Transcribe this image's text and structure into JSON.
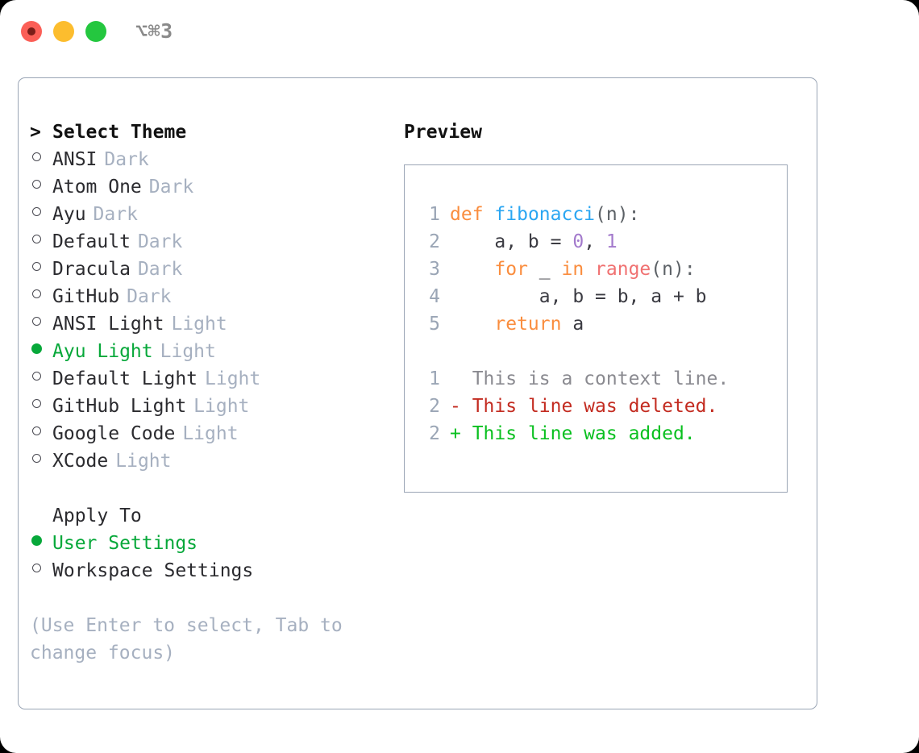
{
  "window": {
    "title": "⌥⌘3",
    "traffic_lights": [
      "close",
      "minimize",
      "maximize"
    ]
  },
  "colors": {
    "accent_green": "#07a83a",
    "muted": "#a6b0c0",
    "border": "#9aa5b5",
    "text": "#2b2b2f",
    "keyword_orange": "#fa8d3e",
    "function_blue": "#2aa6f2",
    "number_purple": "#a37acc",
    "builtin_red": "#f07171",
    "diff_deleted": "#c32b20",
    "diff_added": "#0ac020",
    "diff_context": "#8a8a90"
  },
  "left": {
    "heading_marker": "> ",
    "heading": "Select Theme",
    "themes": [
      {
        "marker": "hollow",
        "label": "ANSI",
        "tag": "Dark",
        "selected": false
      },
      {
        "marker": "hollow",
        "label": "Atom One",
        "tag": "Dark",
        "selected": false
      },
      {
        "marker": "hollow",
        "label": "Ayu",
        "tag": "Dark",
        "selected": false
      },
      {
        "marker": "hollow",
        "label": "Default",
        "tag": "Dark",
        "selected": false
      },
      {
        "marker": "hollow",
        "label": "Dracula",
        "tag": "Dark",
        "selected": false
      },
      {
        "marker": "hollow",
        "label": "GitHub",
        "tag": "Dark",
        "selected": false
      },
      {
        "marker": "hollow",
        "label": "ANSI Light",
        "tag": "Light",
        "selected": false
      },
      {
        "marker": "filled",
        "label": "Ayu Light",
        "tag": "Light",
        "selected": true
      },
      {
        "marker": "hollow",
        "label": "Default Light",
        "tag": "Light",
        "selected": false
      },
      {
        "marker": "hollow",
        "label": "GitHub Light",
        "tag": "Light",
        "selected": false
      },
      {
        "marker": "hollow",
        "label": "Google Code",
        "tag": "Light",
        "selected": false
      },
      {
        "marker": "hollow",
        "label": "XCode",
        "tag": "Light",
        "selected": false
      }
    ],
    "apply_to_title": "Apply To",
    "apply_to": [
      {
        "marker": "filled",
        "label": "User Settings",
        "selected": true
      },
      {
        "marker": "hollow",
        "label": "Workspace Settings",
        "selected": false
      }
    ],
    "hint": "(Use Enter to select, Tab to change focus)"
  },
  "preview": {
    "title": "Preview",
    "code_lines": [
      {
        "no": "1",
        "tokens": [
          {
            "t": "def",
            "c": "kw"
          },
          {
            "t": " ",
            "c": "plain"
          },
          {
            "t": "fibonacci",
            "c": "fn"
          },
          {
            "t": "(n):",
            "c": "punct"
          }
        ]
      },
      {
        "no": "2",
        "tokens": [
          {
            "t": "    a, b = ",
            "c": "plain"
          },
          {
            "t": "0",
            "c": "num"
          },
          {
            "t": ", ",
            "c": "plain"
          },
          {
            "t": "1",
            "c": "num"
          }
        ]
      },
      {
        "no": "3",
        "tokens": [
          {
            "t": "    ",
            "c": "plain"
          },
          {
            "t": "for",
            "c": "kw"
          },
          {
            "t": " _ ",
            "c": "plain"
          },
          {
            "t": "in",
            "c": "kw"
          },
          {
            "t": " ",
            "c": "plain"
          },
          {
            "t": "range",
            "c": "builtin"
          },
          {
            "t": "(n):",
            "c": "punct"
          }
        ]
      },
      {
        "no": "4",
        "tokens": [
          {
            "t": "        a, b = b, a + b",
            "c": "plain"
          }
        ]
      },
      {
        "no": "5",
        "tokens": [
          {
            "t": "    ",
            "c": "plain"
          },
          {
            "t": "return",
            "c": "kw"
          },
          {
            "t": " a",
            "c": "plain"
          }
        ]
      }
    ],
    "diff_lines": [
      {
        "no": "1",
        "sign": " ",
        "text": " This is a context line.",
        "kind": "ctx"
      },
      {
        "no": "2",
        "sign": "-",
        "text": " This line was deleted.",
        "kind": "del"
      },
      {
        "no": "2",
        "sign": "+",
        "text": " This line was added.",
        "kind": "add"
      }
    ]
  }
}
